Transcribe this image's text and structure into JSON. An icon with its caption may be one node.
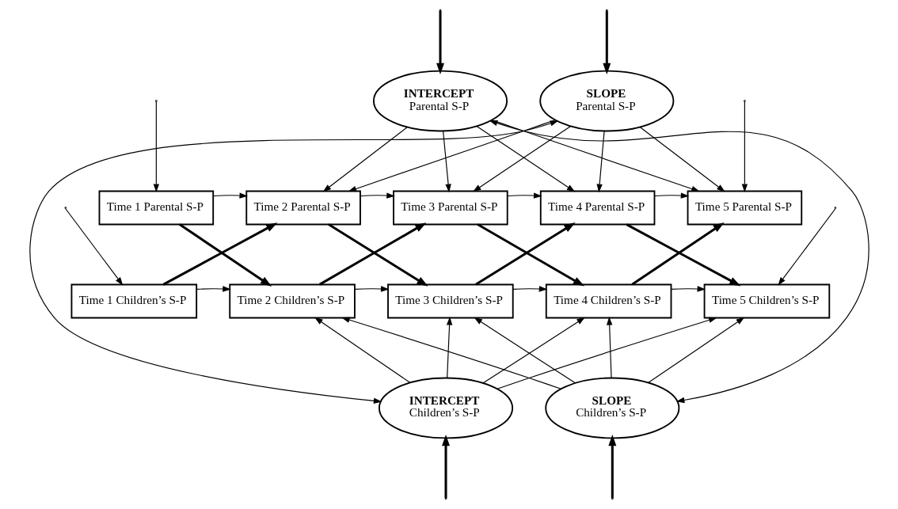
{
  "diagram": {
    "nodes": [
      {
        "text": [
          "INTERCEPT",
          "Parental S-P"
        ]
      },
      {
        "text": [
          "SLOPE",
          "Parental S-P"
        ]
      },
      {
        "text": [
          "Time 1 Parental S-P"
        ]
      },
      {
        "text": [
          "Time 2 Parental S-P"
        ]
      },
      {
        "text": [
          "Time 3 Parental S-P"
        ]
      },
      {
        "text": [
          "Time 4 Parental S-P"
        ]
      },
      {
        "text": [
          "Time 5 Parental S-P"
        ]
      },
      {
        "text": [
          "Time 1 Children’s S-P"
        ]
      },
      {
        "text": [
          "Time 2 Children’s S-P"
        ]
      },
      {
        "text": [
          "Time 3 Children’s S-P"
        ]
      },
      {
        "text": [
          "Time 4 Children’s S-P"
        ]
      },
      {
        "text": [
          "Time 5 Children’s S-P"
        ]
      },
      {
        "text": [
          "INTERCEPT",
          "Children’s S-P"
        ]
      },
      {
        "text": [
          "SLOPE",
          "Children’s S-P"
        ]
      }
    ],
    "edges": [
      {
        "from": null,
        "to": 0,
        "arrow": "to",
        "style": "thick"
      },
      {
        "from": null,
        "to": 1,
        "arrow": "to",
        "style": "thick"
      },
      {
        "from": null,
        "to": 2,
        "arrow": "to"
      },
      {
        "from": null,
        "to": 7,
        "arrow": "to"
      },
      {
        "from": null,
        "to": 6,
        "arrow": "to"
      },
      {
        "from": null,
        "to": 11,
        "arrow": "to"
      },
      {
        "from": null,
        "to": 12,
        "arrow": "to",
        "style": "thick"
      },
      {
        "from": null,
        "to": 13,
        "arrow": "to",
        "style": "thick"
      },
      {
        "from": 0,
        "to": 3,
        "arrow": "to"
      },
      {
        "from": 0,
        "to": 4,
        "arrow": "to"
      },
      {
        "from": 0,
        "to": 5,
        "arrow": "to"
      },
      {
        "from": 0,
        "to": 6,
        "arrow": "to"
      },
      {
        "from": 1,
        "to": 3,
        "arrow": "to"
      },
      {
        "from": 1,
        "to": 4,
        "arrow": "to"
      },
      {
        "from": 1,
        "to": 5,
        "arrow": "to"
      },
      {
        "from": 1,
        "to": 6,
        "arrow": "to"
      },
      {
        "from": 0,
        "to": 13,
        "arrow": "both"
      },
      {
        "from": 1,
        "to": 12,
        "arrow": "both"
      },
      {
        "from": 2,
        "to": 3,
        "arrow": "to"
      },
      {
        "from": 3,
        "to": 4,
        "arrow": "to"
      },
      {
        "from": 4,
        "to": 5,
        "arrow": "to"
      },
      {
        "from": 5,
        "to": 6,
        "arrow": "to"
      },
      {
        "from": 7,
        "to": 8,
        "arrow": "to"
      },
      {
        "from": 8,
        "to": 9,
        "arrow": "to"
      },
      {
        "from": 9,
        "to": 10,
        "arrow": "to"
      },
      {
        "from": 10,
        "to": 11,
        "arrow": "to"
      },
      {
        "from": 2,
        "to": 8,
        "arrow": "to",
        "style": "thick"
      },
      {
        "from": 7,
        "to": 3,
        "arrow": "to",
        "style": "thick"
      },
      {
        "from": 3,
        "to": 9,
        "arrow": "to",
        "style": "thick"
      },
      {
        "from": 8,
        "to": 4,
        "arrow": "to",
        "style": "thick"
      },
      {
        "from": 4,
        "to": 10,
        "arrow": "to",
        "style": "thick"
      },
      {
        "from": 9,
        "to": 5,
        "arrow": "to",
        "style": "thick"
      },
      {
        "from": 5,
        "to": 11,
        "arrow": "to",
        "style": "thick"
      },
      {
        "from": 10,
        "to": 6,
        "arrow": "to",
        "style": "thick"
      },
      {
        "from": 12,
        "to": 8,
        "arrow": "to"
      },
      {
        "from": 12,
        "to": 9,
        "arrow": "to"
      },
      {
        "from": 12,
        "to": 10,
        "arrow": "to"
      },
      {
        "from": 12,
        "to": 11,
        "arrow": "to"
      },
      {
        "from": 13,
        "to": 8,
        "arrow": "to"
      },
      {
        "from": 13,
        "to": 9,
        "arrow": "to"
      },
      {
        "from": 13,
        "to": 10,
        "arrow": "to"
      },
      {
        "from": 13,
        "to": 11,
        "arrow": "to"
      }
    ]
  }
}
